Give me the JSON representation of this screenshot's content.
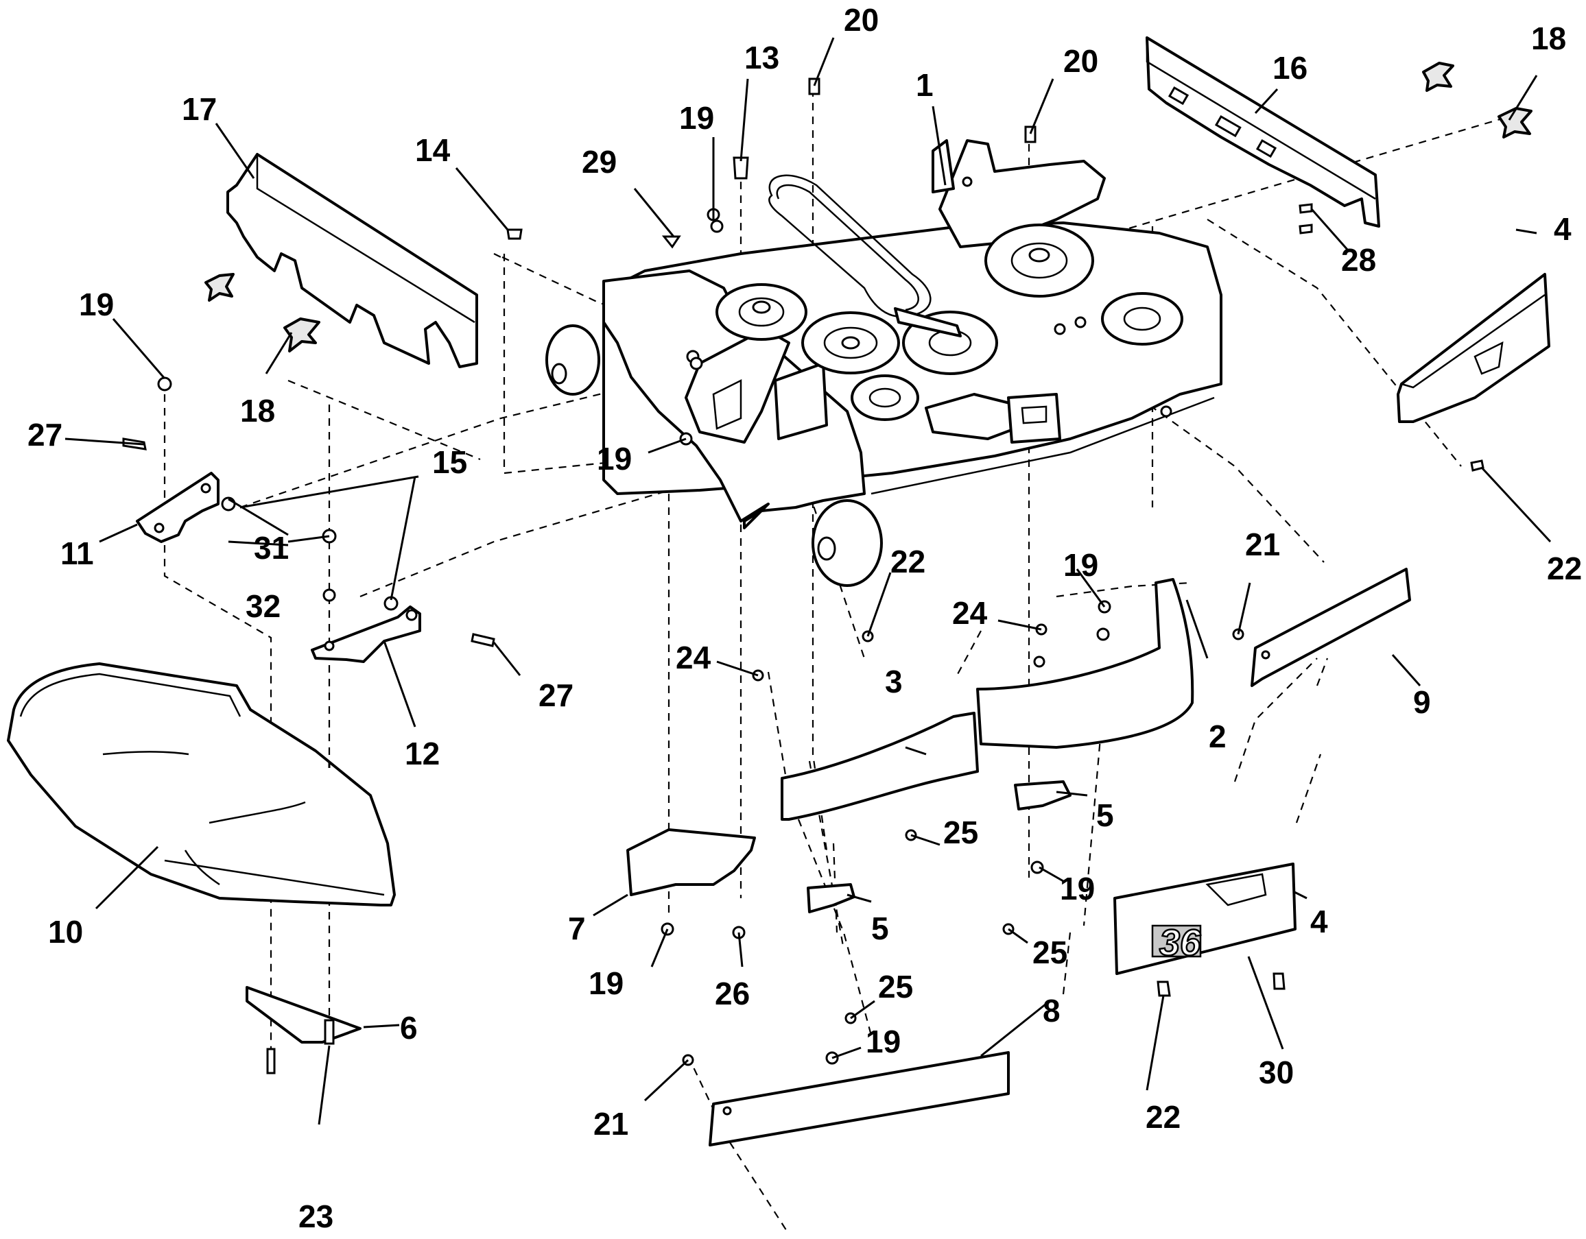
{
  "callouts": {
    "c1": "1",
    "c2": "2",
    "c3": "3",
    "c4a": "4",
    "c4b": "4",
    "c5a": "5",
    "c5b": "5",
    "c6": "6",
    "c7": "7",
    "c8": "8",
    "c9": "9",
    "c10": "10",
    "c11": "11",
    "c12": "12",
    "c13": "13",
    "c14": "14",
    "c15": "15",
    "c16": "16",
    "c17": "17",
    "c18a": "18",
    "c18b": "18",
    "c19a": "19",
    "c19b": "19",
    "c19c": "19",
    "c19d": "19",
    "c19e": "19",
    "c19f": "19",
    "c19g": "19",
    "c20a": "20",
    "c20b": "20",
    "c21a": "21",
    "c21b": "21",
    "c22a": "22",
    "c22b": "22",
    "c22c": "22",
    "c23": "23",
    "c24a": "24",
    "c24b": "24",
    "c25a": "25",
    "c25b": "25",
    "c25c": "25",
    "c26": "26",
    "c27a": "27",
    "c27b": "27",
    "c28": "28",
    "c29": "29",
    "c30": "30",
    "c31": "31",
    "c32": "32"
  },
  "decal_text": "36"
}
